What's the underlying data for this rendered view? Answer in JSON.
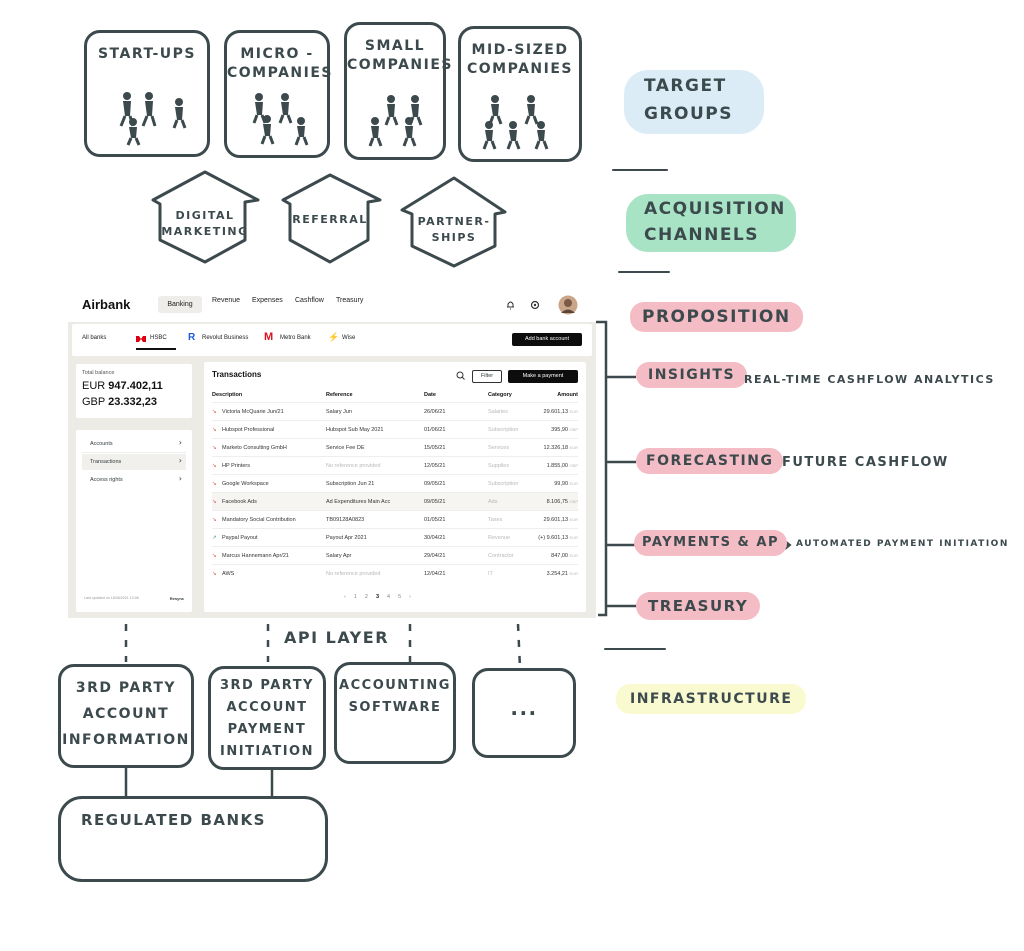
{
  "target_groups": [
    {
      "label": "START-UPS"
    },
    {
      "label": "MICRO -\nCOMPANIES"
    },
    {
      "label": "SMALL\nCOMPANIES"
    },
    {
      "label": "MID-SIZED\nCOMPANIES"
    }
  ],
  "channels": [
    {
      "label": "DIGITAL\nMARKETING"
    },
    {
      "label": "REFERRAL"
    },
    {
      "label": "PARTNER-\nSHIPS"
    }
  ],
  "tags": {
    "target_groups": "TARGET\nGROUPS",
    "acquisition": "ACQUISITION\nCHANNELS",
    "proposition": "PROPOSITION",
    "insights": "INSIGHTS",
    "forecasting": "FORECASTING",
    "payments": "PAYMENTS & AP",
    "treasury": "TREASURY",
    "infrastructure": "INFRASTRUCTURE"
  },
  "notes": {
    "insights": "REAL-TIME CASHFLOW ANALYTICS",
    "forecasting": "FUTURE CASHFLOW",
    "payments": "AUTOMATED PAYMENT INITIATION",
    "api_layer": "API LAYER"
  },
  "tag_colors": {
    "target_groups": "#dcecf7",
    "acquisition": "#a8e3c5",
    "proposition": "#f4bcc4",
    "infrastructure": "#fafad0"
  },
  "app": {
    "brand": "Airbank",
    "nav": [
      "Banking",
      "Revenue",
      "Expenses",
      "Cashflow",
      "Treasury"
    ],
    "banks": [
      "All banks",
      "HSBC",
      "Revolut Business",
      "Metro Bank",
      "Wise"
    ],
    "add_bank": "Add bank account",
    "balance": {
      "label": "Total balance",
      "eur_cur": "EUR",
      "eur_val": "947.402,11",
      "gbp_cur": "GBP",
      "gbp_val": "23.332,23"
    },
    "menu": [
      "Accounts",
      "Transactions",
      "Access rights"
    ],
    "last_updated": "Last updated on 18/06/2021 13:06",
    "sync": "Resync",
    "transactions_title": "Transactions",
    "filter": "Filter",
    "make_payment": "Make a payment",
    "columns": [
      "Description",
      "Reference",
      "Date",
      "Category",
      "Amount"
    ],
    "rows": [
      {
        "desc": "Victoria McQuarie Jun/21",
        "ref": "Salary Jun",
        "date": "26/06/21",
        "cat": "Salaries",
        "amt": "29.601,13",
        "cur": "EUR",
        "dir": "out"
      },
      {
        "desc": "Hubspot Professional",
        "ref": "Hubspot Sub May 2021",
        "date": "01/06/21",
        "cat": "Subscription",
        "amt": "395,90",
        "cur": "GBP",
        "dir": "out"
      },
      {
        "desc": "Marketo Consulting GmbH",
        "ref": "Service Fee DE",
        "date": "15/05/21",
        "cat": "Services",
        "amt": "12.326,18",
        "cur": "EUR",
        "dir": "out"
      },
      {
        "desc": "HP Printers",
        "ref": "No reference provided",
        "date": "12/05/21",
        "cat": "Supplies",
        "amt": "1.855,00",
        "cur": "GBP",
        "dir": "out"
      },
      {
        "desc": "Google Workspace",
        "ref": "Subscription Jun 21",
        "date": "09/05/21",
        "cat": "Subscription",
        "amt": "99,90",
        "cur": "EUR",
        "dir": "out"
      },
      {
        "desc": "Facebook Ads",
        "ref": "Ad Expenditures Main Acc",
        "date": "09/05/21",
        "cat": "Ads",
        "amt": "8.106,75",
        "cur": "GBP",
        "dir": "out"
      },
      {
        "desc": "Mandatory Social Contribution",
        "ref": "TB09128A0823",
        "date": "01/05/21",
        "cat": "Taxes",
        "amt": "29.601,13",
        "cur": "EUR",
        "dir": "out"
      },
      {
        "desc": "Paypal Payout",
        "ref": "Payout Apr 2021",
        "date": "30/04/21",
        "cat": "Revenue",
        "amt": "(+) 9.601,13",
        "cur": "EUR",
        "dir": "in"
      },
      {
        "desc": "Marcus Hannemann Apr/21",
        "ref": "Salary Apr",
        "date": "29/04/21",
        "cat": "Contractor",
        "amt": "847,00",
        "cur": "EUR",
        "dir": "out"
      },
      {
        "desc": "AWS",
        "ref": "No reference provided",
        "date": "12/04/21",
        "cat": "IT",
        "amt": "3.254,21",
        "cur": "EUR",
        "dir": "out"
      }
    ],
    "pages": [
      "‹",
      "1",
      "2",
      "3",
      "4",
      "5",
      "›"
    ]
  },
  "infra": [
    {
      "label": "3RD PARTY\nACCOUNT\nINFORMATION"
    },
    {
      "label": "3RD PARTY\nACCOUNT\nPAYMENT\nINITIATION"
    },
    {
      "label": "ACCOUNTING\nSOFTWARE"
    },
    {
      "label": "..."
    }
  ],
  "banks_box": "REGULATED BANKS"
}
